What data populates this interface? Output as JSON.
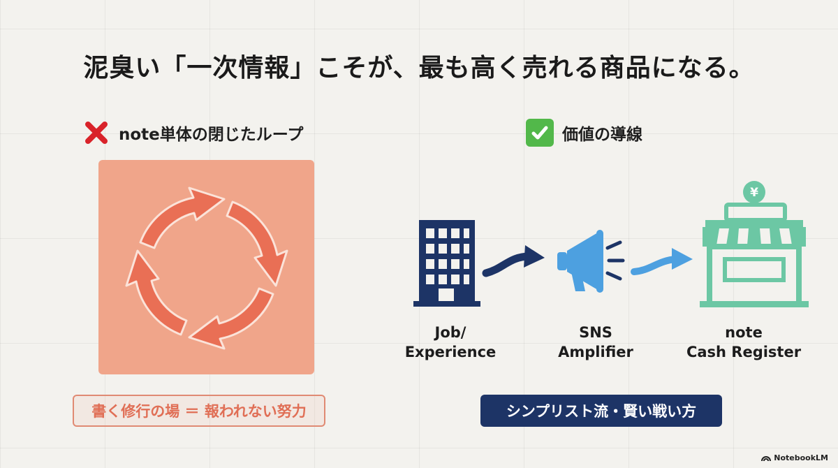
{
  "title": "泥臭い「一次情報」こそが、最も高く売れる商品になる。",
  "left_panel": {
    "heading": "note単体の閉じたループ",
    "heading_icon": "cross-mark-icon",
    "loop_icon": "cycle-arrows-icon",
    "caption": "書く修行の場 ＝ 報われない努力",
    "colors": {
      "box": "#f0a58a",
      "arrow": "#e96f55",
      "caption_text": "#e06e55"
    }
  },
  "right_panel": {
    "heading": "価値の導線",
    "heading_icon": "check-mark-icon",
    "nodes": [
      {
        "icon": "office-building-icon",
        "line1": "Job/",
        "line2": "Experience",
        "color": "#1d3466"
      },
      {
        "icon": "megaphone-icon",
        "line1": "SNS",
        "line2": "Amplifier",
        "color": "#4da0e0"
      },
      {
        "icon": "shop-register-icon",
        "line1": "note",
        "line2": "Cash Register",
        "color": "#6cc7a4",
        "symbol": "¥"
      }
    ],
    "caption": "シンプリスト流・賢い戦い方",
    "colors": {
      "caption_bg": "#1d3466"
    }
  },
  "branding": {
    "label": "NotebookLM"
  }
}
